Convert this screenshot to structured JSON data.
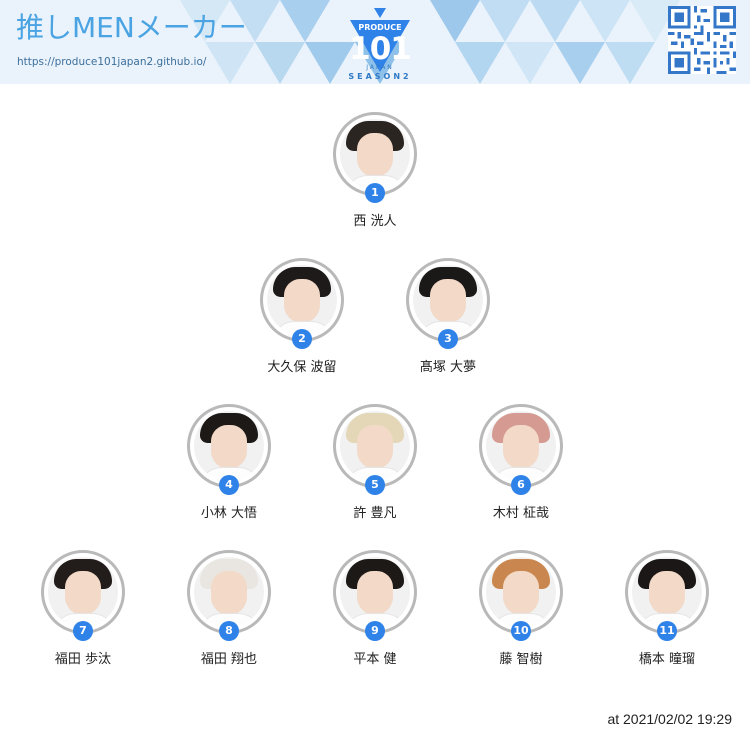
{
  "header": {
    "title": "推しMENメーカー",
    "url": "https://produce101japan2.github.io/",
    "logo": {
      "produce": "PRODUCE",
      "number": "101",
      "japan": "JAPAN",
      "season": "SEASON2"
    },
    "qr_icon": "qr-code-icon"
  },
  "colors": {
    "accent": "#2f82e8",
    "title": "#4aa3e2",
    "header_bg": "#eaf3fb"
  },
  "members": [
    {
      "rank": "1",
      "name": "西 洸人"
    },
    {
      "rank": "2",
      "name": "大久保 波留"
    },
    {
      "rank": "3",
      "name": "髙塚 大夢"
    },
    {
      "rank": "4",
      "name": "小林 大悟"
    },
    {
      "rank": "5",
      "name": "許 豊凡"
    },
    {
      "rank": "6",
      "name": "木村 柾哉"
    },
    {
      "rank": "7",
      "name": "福田 歩汰"
    },
    {
      "rank": "8",
      "name": "福田 翔也"
    },
    {
      "rank": "9",
      "name": "平本 健"
    },
    {
      "rank": "10",
      "name": "藤 智樹"
    },
    {
      "rank": "11",
      "name": "橋本 曈瑠"
    }
  ],
  "footer": {
    "timestamp": "at 2021/02/02 19:29"
  }
}
